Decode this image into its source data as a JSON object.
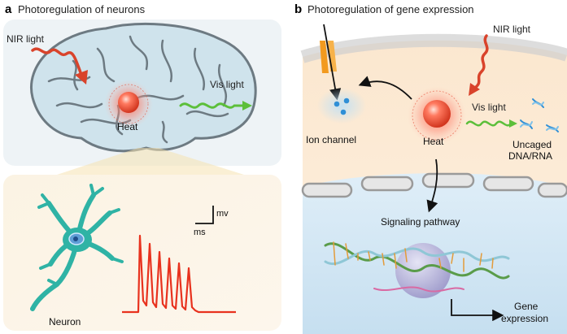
{
  "panel_a": {
    "letter": "a",
    "title": "Photoregulation of neurons",
    "nir_label": "NIR light",
    "vis_label": "Vis light",
    "heat_label": "Heat",
    "neuron_label": "Neuron",
    "scale_v": "mv",
    "scale_t": "ms"
  },
  "panel_b": {
    "letter": "b",
    "title": "Photoregulation of gene expression",
    "nir_label": "NIR light",
    "vis_label": "Vis light",
    "heat_label": "Heat",
    "ion_channel_label": "Ion channel",
    "uncaged_line1": "Uncaged",
    "uncaged_line2": "DNA/RNA",
    "signaling_label": "Signaling pathway",
    "gene_line1": "Gene",
    "gene_line2": "expression"
  },
  "colors": {
    "nir": "#d9432b",
    "vis": "#5cbf3a",
    "heat": "#e8553f",
    "neuron": "#2fb3a5",
    "spike": "#e8321e",
    "brain_fill": "#cfe3ec",
    "brain_line": "#6d7a82"
  },
  "icons": {
    "nir_arrow": "wavy-arrow",
    "vis_arrow": "wavy-arrow",
    "heat_source": "glowing-sphere"
  }
}
